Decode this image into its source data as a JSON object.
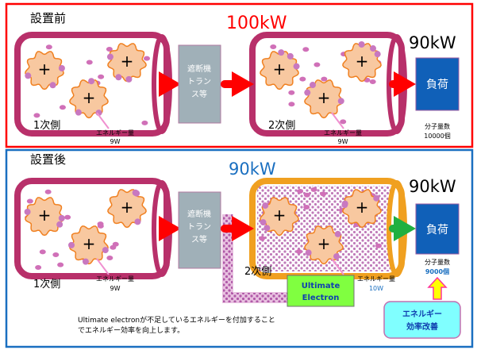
{
  "before": {
    "title": "設置前",
    "input_power": "100kW",
    "output_power": "90kW",
    "breaker_label": [
      "遮断機",
      "トラン",
      "ス等"
    ],
    "load_label": "負荷",
    "primary_label": "1次側",
    "secondary_label": "2次側",
    "energy_label_1": "エネルギー量",
    "energy_value_1": "9W",
    "energy_label_2": "エネルギー量",
    "energy_value_2": "9W",
    "molecule_label": "分子量数",
    "molecule_value": "10000個"
  },
  "after": {
    "title": "設置後",
    "input_power": "90kW",
    "output_power": "90kW",
    "breaker_label": [
      "遮断機",
      "トラン",
      "ス等"
    ],
    "load_label": "負荷",
    "primary_label": "1次側",
    "secondary_label": "2次側",
    "energy_label_1": "エネルギー量",
    "energy_value_1": "9W",
    "energy_label_2": "エネルギー量",
    "energy_value_2": "10W",
    "molecule_label": "分子量数",
    "molecule_value": "9000個",
    "device_label": [
      "Ultimate",
      "Electron"
    ],
    "improvement_label": [
      "エネルギー",
      "効率改善"
    ],
    "caption": [
      "Ultimate electronが不足しているエネルギーを付加すること",
      "でエネルギー効率を向上します。"
    ]
  },
  "colors": {
    "before_border": "#ff0000",
    "after_border": "#1a6fc0",
    "tube": "#b8306a",
    "tube_after": "#f0a020",
    "load": "#1060b8",
    "arrow": "#ff0000",
    "arrow_out_after": "#20b040",
    "device": "#80ff40",
    "improvement": "#80ffff"
  }
}
